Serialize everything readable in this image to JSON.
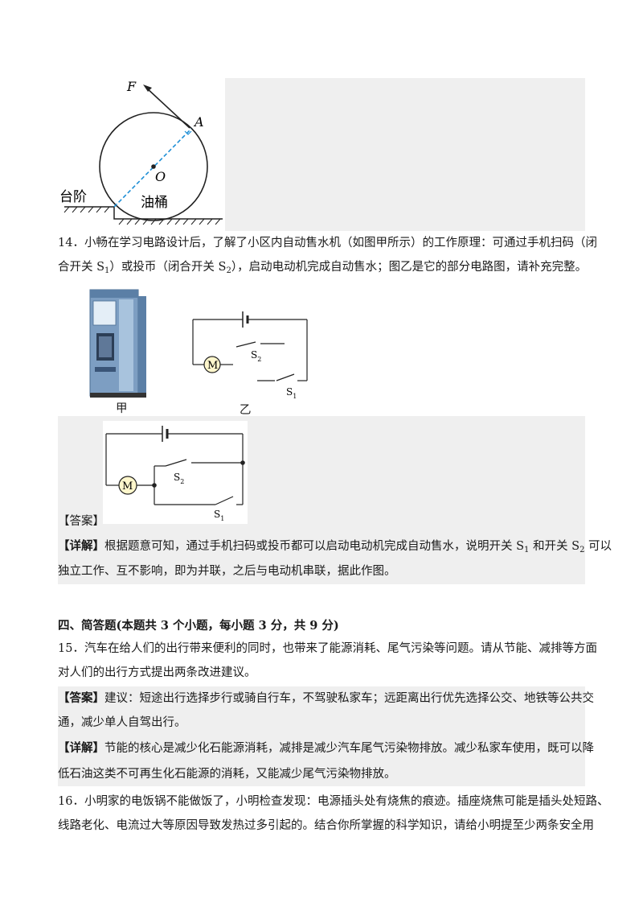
{
  "q13": {
    "figure": {
      "force_label": "F",
      "point_label": "A",
      "center_label": "O",
      "step_label": "台阶",
      "drum_label": "油桶"
    }
  },
  "q14": {
    "stem_line1": "14．小畅在学习电路设计后，了解了小区内自动售水机（如图甲所示）的工作原理：可通过手机扫码（闭",
    "stem_line2_a": "合开关 S",
    "stem_line2_sub1": "1",
    "stem_line2_b": "）或投币（闭合开关 S",
    "stem_line2_sub2": "2",
    "stem_line2_c": "），启动电动机完成自动售水；图乙是它的部分电路图，请补充完整。",
    "fig_jia_caption": "甲",
    "fig_yi_caption": "乙",
    "motor_label": "M",
    "switch_s_label": "S",
    "switch2_sub": "2",
    "switch1_sub": "1",
    "answer_tag": "【答案】",
    "detail_tag": "【详解】",
    "detail_line1_a": "根据题意可知，通过手机扫码或投币都可以启动电动机完成自动售水，说明开关 S",
    "detail_line1_sub1": "1",
    "detail_line1_b": " 和开关 S",
    "detail_line1_sub2": "2",
    "detail_line1_c": " 可以",
    "detail_line2": "独立工作、互不影响，即为并联，之后与电动机串联，据此作图。"
  },
  "section4": {
    "heading": "四、简答题(本题共 3 个小题，每小题 3 分，共 9 分)"
  },
  "q15": {
    "stem_line1": "15．汽车在给人们的出行带来便利的同时，也带来了能源消耗、尾气污染等问题。请从节能、减排等方面",
    "stem_line2": "对人们的出行方式提出两条改进建议。",
    "answer_tag": "【答案】",
    "answer_line1": "建议：短途出行选择步行或骑自行车，不驾驶私家车；远距离出行优先选择公交、地铁等公共交",
    "answer_line2": "通，减少单人自驾出行。",
    "detail_tag": "【详解】",
    "detail_line1": "节能的核心是减少化石能源消耗，减排是减少汽车尾气污染物排放。减少私家车使用，既可以降",
    "detail_line2": "低石油这类不可再生化石能源的消耗，又能减少尾气污染物排放。"
  },
  "q16": {
    "stem_line1": "16．小明家的电饭锅不能做饭了，小明检查发现：电源插头处有烧焦的痕迹。插座烧焦可能是插头处短路、",
    "stem_line2": "线路老化、电流过大等原因导致发热过多引起的。结合你所掌握的科学知识，请给小明提至少两条安全用"
  },
  "colors": {
    "shade": "#efefef",
    "dashed_radius": "#1e8fd6",
    "text": "#1a1a1a"
  }
}
